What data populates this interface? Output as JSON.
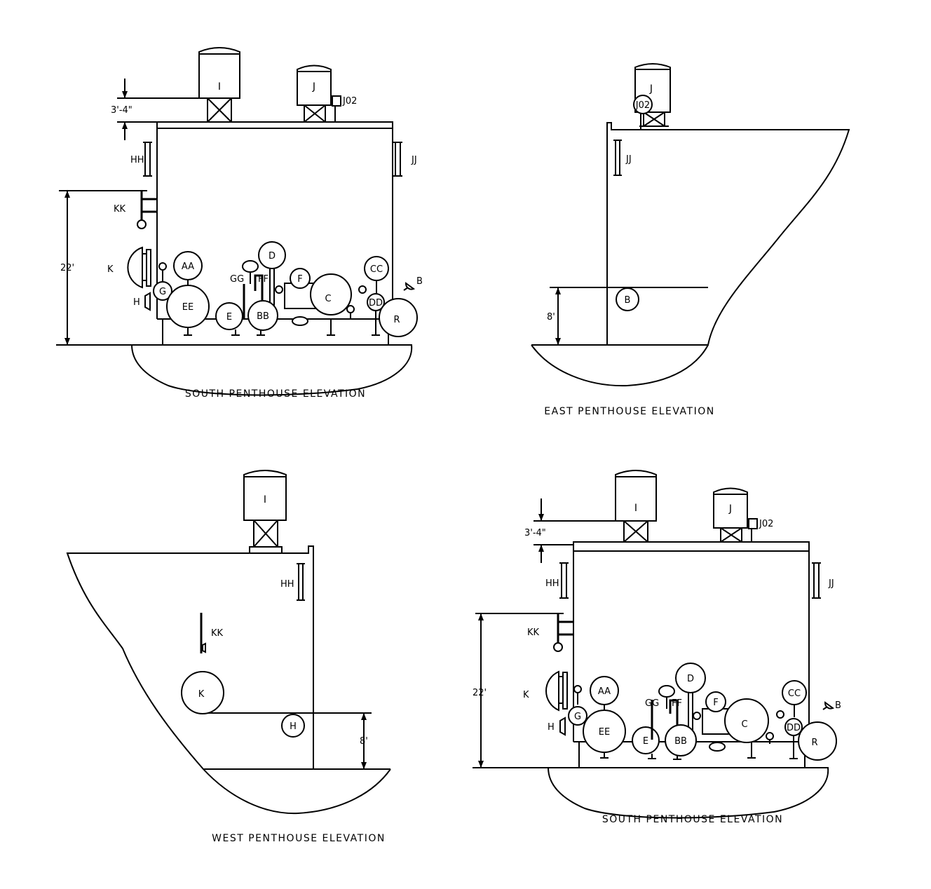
{
  "titles": {
    "south_1": "SOUTH PENTHOUSE ELEVATION",
    "east": "EAST PENTHOUSE ELEVATION",
    "west": "WEST PENTHOUSE ELEVATION",
    "south_2": "SOUTH PENTHOUSE ELEVATION"
  },
  "dimensions": {
    "stand_height": "3'-4\"",
    "penthouse_height": "22'",
    "level_height": "8'"
  },
  "labels": {
    "I": "I",
    "J": "J",
    "J02": "J02",
    "HH": "HH",
    "JJ": "JJ",
    "KK": "KK",
    "K": "K",
    "AA": "AA",
    "G": "G",
    "H": "H",
    "EE": "EE",
    "E": "E",
    "GG": "GG",
    "FF": "FF",
    "BB": "BB",
    "D": "D",
    "F": "F",
    "C": "C",
    "CC": "CC",
    "DD": "DD",
    "R": "R",
    "B": "B"
  }
}
